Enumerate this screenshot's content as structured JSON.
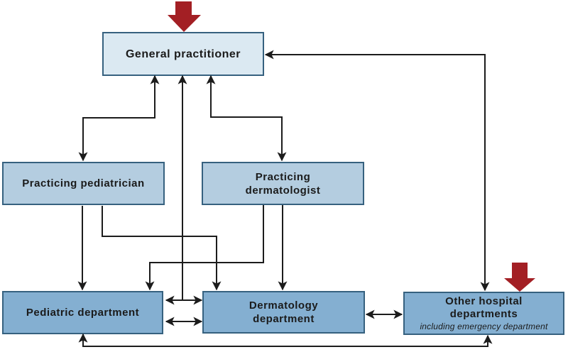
{
  "diagram": {
    "nodes": {
      "general_practitioner": {
        "label": "General practitioner"
      },
      "practicing_pediatrician": {
        "label": "Practicing pediatrician"
      },
      "practicing_dermatologist": {
        "line1": "Practicing",
        "line2": "dermatologist"
      },
      "pediatric_department": {
        "label": "Pediatric department"
      },
      "dermatology_department": {
        "line1": "Dermatology",
        "line2": "department"
      },
      "other_departments": {
        "line1": "Other hospital",
        "line2": "departments",
        "note": "including emergency department"
      }
    },
    "edges": [
      {
        "from": "general_practitioner",
        "to": "practicing_pediatrician",
        "direction": "both"
      },
      {
        "from": "general_practitioner",
        "to": "practicing_dermatologist",
        "direction": "both"
      },
      {
        "from": "pediatric_dermatology_department_link",
        "to": "general_practitioner",
        "direction": "one-way"
      },
      {
        "from": "practicing_pediatrician",
        "to": "pediatric_department",
        "direction": "one-way"
      },
      {
        "from": "practicing_pediatrician",
        "to": "dermatology_department",
        "direction": "one-way"
      },
      {
        "from": "practicing_dermatologist",
        "to": "pediatric_department",
        "direction": "one-way"
      },
      {
        "from": "practicing_dermatologist",
        "to": "dermatology_department",
        "direction": "one-way"
      },
      {
        "from": "pediatric_department",
        "to": "dermatology_department",
        "direction": "both"
      },
      {
        "from": "pediatric_department",
        "to": "dermatology_department",
        "direction": "both"
      },
      {
        "from": "dermatology_department",
        "to": "other_departments",
        "direction": "both"
      },
      {
        "from": "general_practitioner",
        "to": "other_departments",
        "direction": "both"
      },
      {
        "from": "pediatric_department",
        "to": "other_departments",
        "direction": "both"
      }
    ],
    "entry_markers": [
      {
        "name": "red-arrow-top",
        "points_at": "general_practitioner"
      },
      {
        "name": "red-arrow-right",
        "points_at": "other_departments"
      }
    ],
    "colors": {
      "node_light_fill": "#dbe9f2",
      "node_mid_fill": "#b4cde0",
      "node_dark_fill": "#84afd1",
      "node_border": "#36617f",
      "connector": "#1c1c1c",
      "entry_arrow": "#a31f24"
    }
  }
}
